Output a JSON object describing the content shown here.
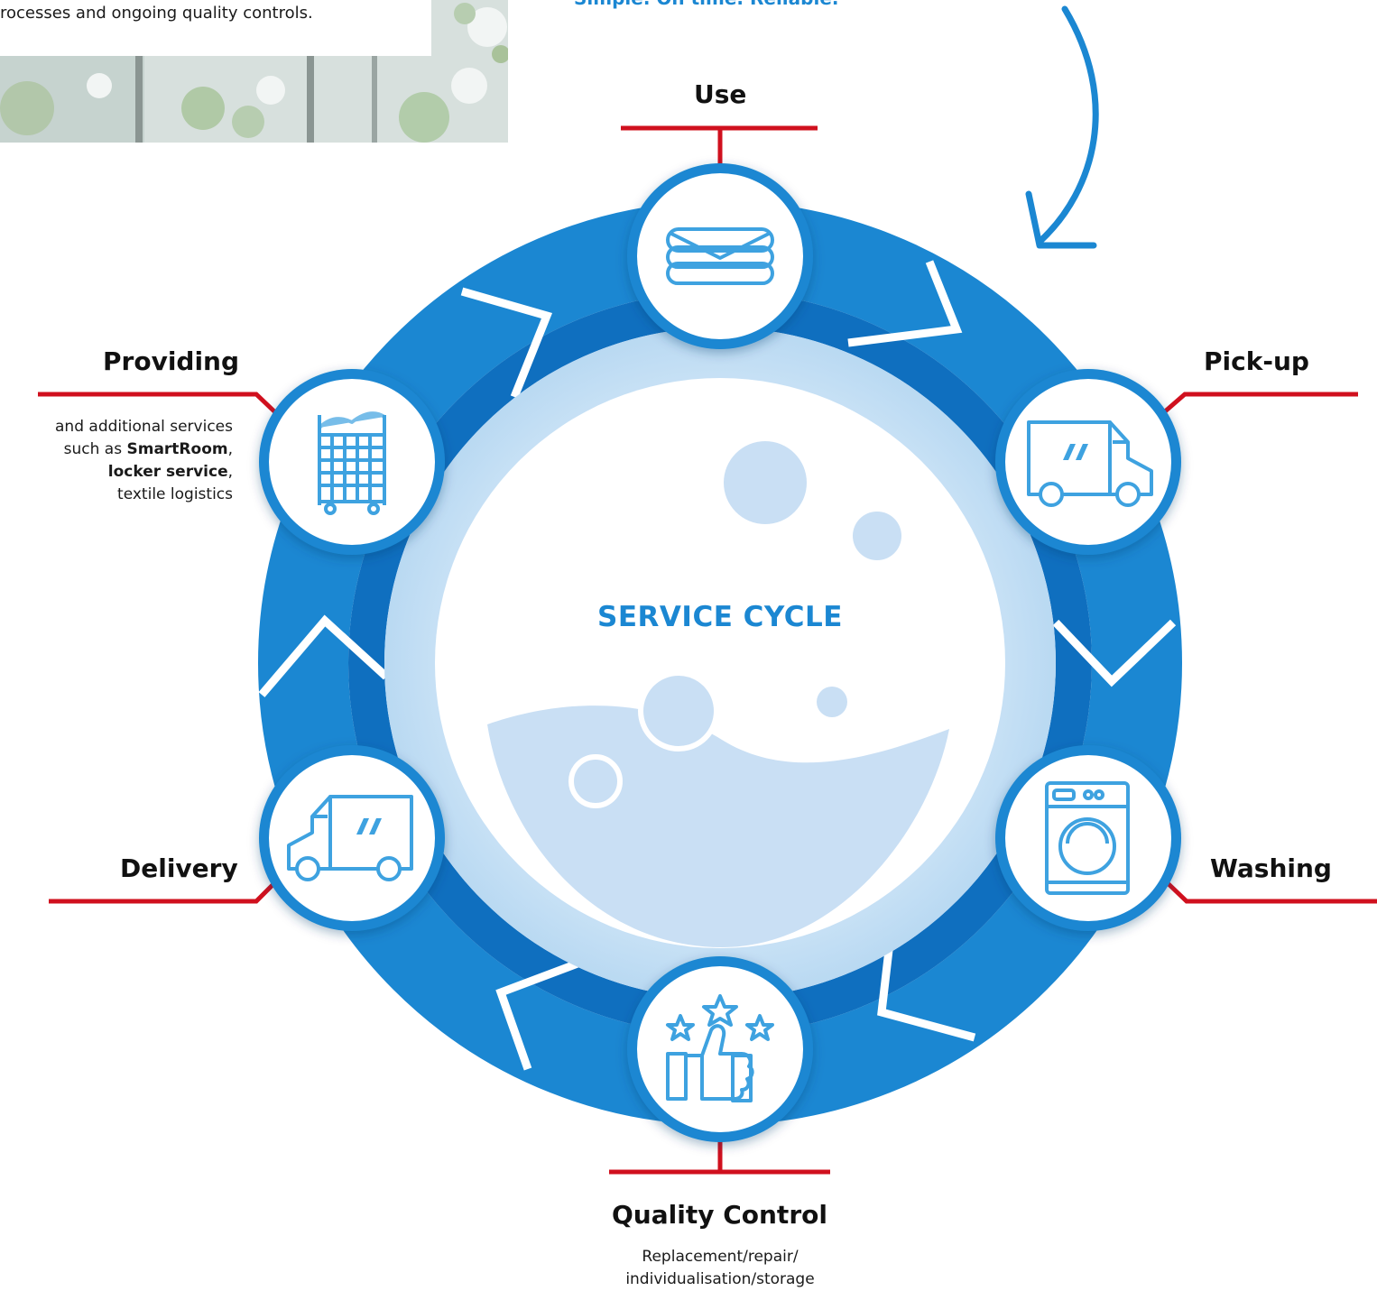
{
  "intro": {
    "text": "rocesses and ongoing quality controls."
  },
  "slogan": "Simple. On time. Reliable.",
  "center": {
    "title": "SERVICE CYCLE"
  },
  "stages": {
    "use": {
      "label": "Use",
      "icon": "folded-linen-icon"
    },
    "pickup": {
      "label": "Pick-up",
      "icon": "truck-icon"
    },
    "washing": {
      "label": "Washing",
      "icon": "washing-machine-icon"
    },
    "quality": {
      "label": "Quality Control",
      "icon": "thumbs-up-stars-icon",
      "sub_line1": "Replacement/repair/",
      "sub_line2": "individualisation/storage"
    },
    "delivery": {
      "label": "Delivery",
      "icon": "truck-icon"
    },
    "providing": {
      "label": "Providing",
      "icon": "laundry-cart-icon",
      "sub_line1": "and additional services",
      "sub_line2_pre": "such as ",
      "sub_line2_bold": "SmartRoom",
      "sub_line2_post": ",",
      "sub_line3_bold": "locker service",
      "sub_line3_post": ",",
      "sub_line4": "textile logistics"
    }
  },
  "colors": {
    "ring": "#1b87d2",
    "ring_dark": "#0f6fbf",
    "accent_red": "#d0101e",
    "icon_blue": "#3ea2e0",
    "center_fill": "#c9dff4"
  }
}
